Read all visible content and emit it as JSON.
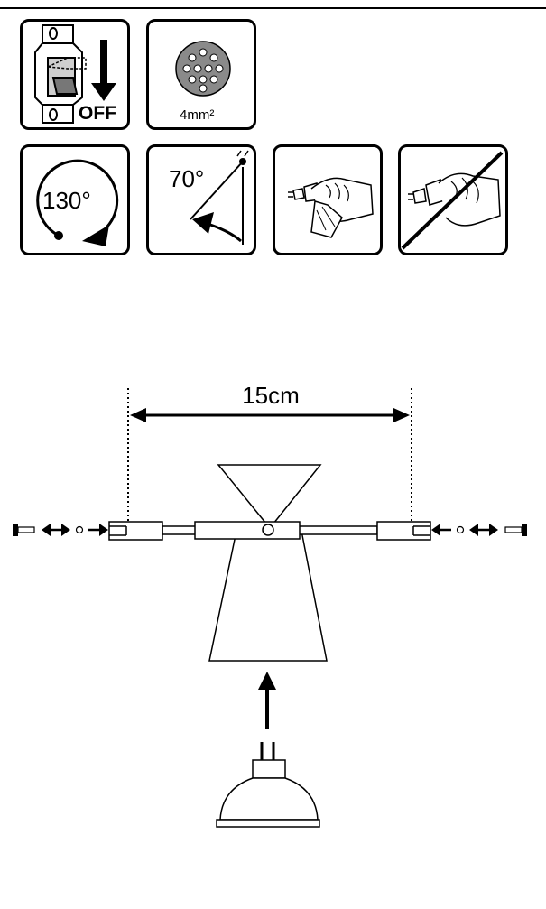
{
  "icons": {
    "power_off": {
      "label": "OFF",
      "icon": "circuit-breaker-switch-off"
    },
    "cable_section": {
      "label": "4mm²",
      "icon": "cable-cross-section"
    },
    "rotation": {
      "label": "130°",
      "icon": "rotation-arrow"
    },
    "tilt": {
      "label": "70°",
      "icon": "tilt-angle-arrow"
    },
    "bulb_with_cloth": {
      "icon": "hand-holding-bulb-with-cloth"
    },
    "bulb_bare_hands": {
      "icon": "hand-holding-bulb-crossed-out"
    }
  },
  "diagram": {
    "distance_label": "15cm"
  },
  "colors": {
    "line": "#000000",
    "background": "#ffffff"
  }
}
